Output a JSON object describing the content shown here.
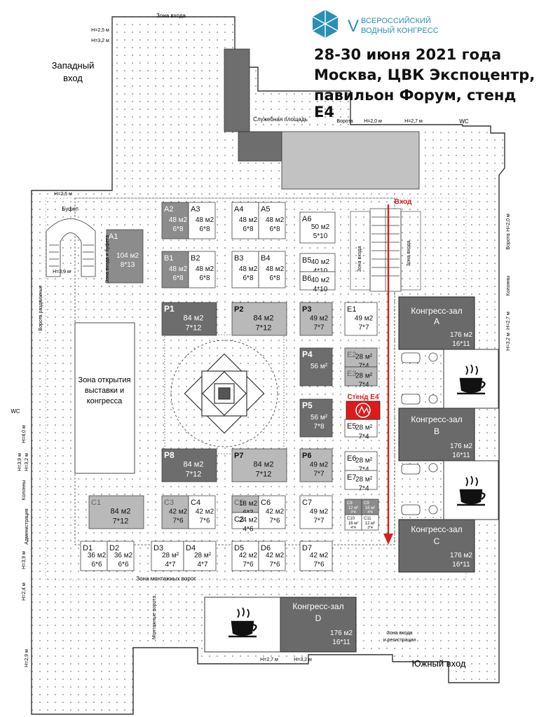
{
  "header": {
    "logo_roman": "V",
    "logo_line1": "ВСЕРОССИЙСКИЙ",
    "logo_line2": "ВОДНЫЙ КОНГРЕСС",
    "date": "28-30 июня 2021 года",
    "place_line1": "Москва, ЦВК Экспоцентр,",
    "place_line2": "павильон Форум, стенд Е4"
  },
  "labels": {
    "west_entrance_1": "Западный",
    "west_entrance_2": "вход",
    "south_entrance": "Южный вход",
    "entrance": "Вход",
    "opening_zone_1": "Зона открытия",
    "opening_zone_2": "выставки и",
    "opening_zone_3": "конгресса",
    "entry_zone": "Зона входа",
    "service_area": "Служебная площадь",
    "buffet": "Буфет",
    "entry_buffet_zone": "Зона входа и буфета",
    "mount_gate_zone": "Зона монтажных ворот",
    "reg_zone_1": "Зона входа",
    "reg_zone_2": "и регистрации",
    "entry_zone_small": "Зона входа",
    "gates_left": "Ворота раздвижные",
    "admin": "Администрация",
    "columns": "Колонны",
    "mount_gates": "Монтажные ворота",
    "gates": "Ворота",
    "wc": "WC",
    "stand_e4": "Стенд Е4",
    "h_25": "Н=2,5 м",
    "h_32": "Н=3,2 м",
    "h_26": "Н=2,6 м",
    "h_39": "Н=3,9 м",
    "h_27": "Н=2,7 м",
    "h_20": "Н=2,0 м",
    "h_40": "Н=4,0 м",
    "h_24": "Н=2,4 м",
    "h_29": "Н=2,9 м"
  },
  "halls": [
    {
      "id": "congress-a",
      "name_1": "Конгресс-зал",
      "name_2": "А",
      "area": "176 м2",
      "dims": "16*11"
    },
    {
      "id": "congress-b",
      "name_1": "Конгресс-зал",
      "name_2": "B",
      "area": "176 м2",
      "dims": "16*11"
    },
    {
      "id": "congress-c",
      "name_1": "Конгресс-зал",
      "name_2": "C",
      "area": "176 м2",
      "dims": "16*11"
    },
    {
      "id": "congress-d",
      "name_1": "Конгресс-зал",
      "name_2": "D",
      "area": "176 м2",
      "dims": "16*11"
    }
  ],
  "stands": [
    {
      "id": "A1",
      "area": "104 м2",
      "dims": "8*13",
      "fill": "gray"
    },
    {
      "id": "A2",
      "area": "48 м2",
      "dims": "6*8",
      "fill": "gray"
    },
    {
      "id": "A3",
      "area": "48 м2",
      "dims": "6*8",
      "fill": "white"
    },
    {
      "id": "A4",
      "area": "48 м2",
      "dims": "6*8",
      "fill": "white"
    },
    {
      "id": "A5",
      "area": "48 м2",
      "dims": "6*8",
      "fill": "white"
    },
    {
      "id": "A6",
      "area": "50 м2",
      "dims": "5*10",
      "fill": "white"
    },
    {
      "id": "B1",
      "area": "48 м2",
      "dims": "6*8",
      "fill": "gray"
    },
    {
      "id": "B2",
      "area": "48 м2",
      "dims": "6*8",
      "fill": "white"
    },
    {
      "id": "B3",
      "area": "48 м2",
      "dims": "6*8",
      "fill": "white"
    },
    {
      "id": "B4",
      "area": "48 м2",
      "dims": "6*8",
      "fill": "white"
    },
    {
      "id": "B5",
      "area": "40 м2",
      "dims": "4*10",
      "fill": "white"
    },
    {
      "id": "B6",
      "area": "40 м2",
      "dims": "4*10",
      "fill": "white"
    },
    {
      "id": "P1",
      "area": "84 м2",
      "dims": "7*12",
      "fill": "dark"
    },
    {
      "id": "P2",
      "area": "84 м2",
      "dims": "7*12",
      "fill": "light"
    },
    {
      "id": "P3",
      "area": "49 м2",
      "dims": "7*7",
      "fill": "light"
    },
    {
      "id": "E1",
      "area": "49 м2",
      "dims": "7*7",
      "fill": "white"
    },
    {
      "id": "P4",
      "area": "56 м²",
      "dims": "",
      "fill": "dark"
    },
    {
      "id": "E2",
      "area": "28 м²",
      "dims": "7*4",
      "fill": "light"
    },
    {
      "id": "E3",
      "area": "28 м²",
      "dims": "7*4",
      "fill": "light"
    },
    {
      "id": "P5",
      "area": "56 м²",
      "dims": "7*8",
      "fill": "dark"
    },
    {
      "id": "E5",
      "area": "28 м²",
      "dims": "7*4",
      "fill": "white"
    },
    {
      "id": "P8",
      "area": "84 м2",
      "dims": "7*12",
      "fill": "dark"
    },
    {
      "id": "P7",
      "area": "84 м2",
      "dims": "7*12",
      "fill": "light"
    },
    {
      "id": "P6",
      "area": "49 м2",
      "dims": "7*7",
      "fill": "light"
    },
    {
      "id": "E6",
      "area": "28 м²",
      "dims": "7*4",
      "fill": "white"
    },
    {
      "id": "E7",
      "area": "28 м²",
      "dims": "7*4",
      "fill": "white"
    },
    {
      "id": "C1",
      "area": "84 м2",
      "dims": "7*12",
      "fill": "light"
    },
    {
      "id": "C3",
      "area": "42 м2",
      "dims": "7*6",
      "fill": "light"
    },
    {
      "id": "C4",
      "area": "42 м2",
      "dims": "7*6",
      "fill": "white"
    },
    {
      "id": "C5",
      "area": "18 м2",
      "dims": "6*3",
      "fill": "light"
    },
    {
      "id": "C2",
      "area": "24 м2",
      "dims": "4*6",
      "fill": "white"
    },
    {
      "id": "C6",
      "area": "42 м2",
      "dims": "7*6",
      "fill": "white"
    },
    {
      "id": "C7",
      "area": "49 м2",
      "dims": "7*7",
      "fill": "white"
    },
    {
      "id": "C8",
      "area": "12 м²",
      "dims": "3*4",
      "fill": "gray"
    },
    {
      "id": "C9",
      "area": "16 м²",
      "dims": "4*4",
      "fill": "gray"
    },
    {
      "id": "C10",
      "area": "16 м²",
      "dims": "4*4",
      "fill": "white"
    },
    {
      "id": "C11",
      "area": "12 м²",
      "dims": "3*4",
      "fill": "white"
    },
    {
      "id": "D1",
      "area": "36 м2",
      "dims": "6*6",
      "fill": "white"
    },
    {
      "id": "D2",
      "area": "36 м2",
      "dims": "6*6",
      "fill": "white"
    },
    {
      "id": "D3",
      "area": "28 м²",
      "dims": "4*7",
      "fill": "white"
    },
    {
      "id": "D4",
      "area": "28 м²",
      "dims": "4*7",
      "fill": "white"
    },
    {
      "id": "D5",
      "area": "42 м2",
      "dims": "7*6",
      "fill": "white"
    },
    {
      "id": "D6",
      "area": "42 м2",
      "dims": "7*6",
      "fill": "white"
    },
    {
      "id": "D7",
      "area": "42 м2",
      "dims": "7*6",
      "fill": "white"
    }
  ],
  "colors": {
    "stand_dark": "#6d6d6d",
    "stand_gray": "#8c8c8c",
    "stand_light": "#b9b9b9",
    "hall": "#6a6a6a",
    "highlight": "#e0191b",
    "arrow": "#d42020",
    "logo": "#2a8fb4",
    "wall": "#333333"
  },
  "icons": {
    "cafe": "coffee-cup-icon",
    "logo": "water-congress-logo-icon",
    "stand_mark": "red-stand-logo-icon"
  }
}
